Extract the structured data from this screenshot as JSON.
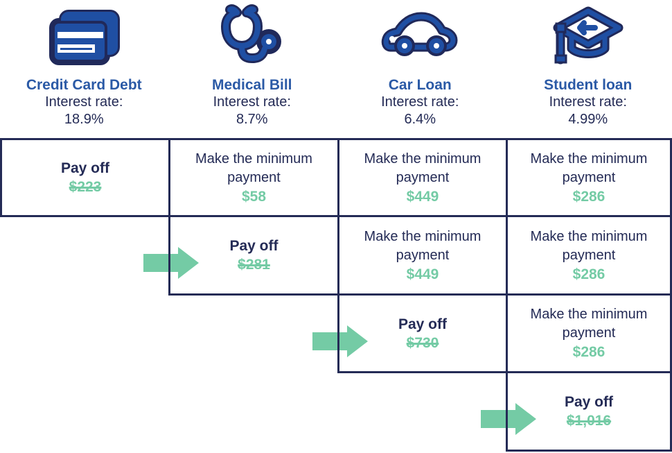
{
  "header": {
    "columns": [
      {
        "icon": "credit-card-icon",
        "title": "Credit Card Debt",
        "interest_label": "Interest rate:",
        "rate": "18.9%"
      },
      {
        "icon": "stethoscope-icon",
        "title": "Medical Bill",
        "interest_label": "Interest rate:",
        "rate": "8.7%"
      },
      {
        "icon": "car-icon",
        "title": "Car Loan",
        "interest_label": "Interest rate:",
        "rate": "6.4%"
      },
      {
        "icon": "graduation-cap-icon",
        "title": "Student loan",
        "interest_label": "Interest rate:",
        "rate": "4.99%"
      }
    ]
  },
  "grid": {
    "cells": {
      "r0c0": {
        "action": "Pay off",
        "amount": "$223",
        "strike": true
      },
      "r0c1": {
        "action": "Make the minimum payment",
        "amount": "$58",
        "strike": false
      },
      "r0c2": {
        "action": "Make the minimum payment",
        "amount": "$449",
        "strike": false
      },
      "r0c3": {
        "action": "Make the minimum payment",
        "amount": "$286",
        "strike": false
      },
      "r1c1": {
        "action": "Pay off",
        "amount": "$281",
        "strike": true
      },
      "r1c2": {
        "action": "Make the minimum payment",
        "amount": "$449",
        "strike": false
      },
      "r1c3": {
        "action": "Make the minimum payment",
        "amount": "$286",
        "strike": false
      },
      "r2c2": {
        "action": "Pay off",
        "amount": "$730",
        "strike": true
      },
      "r2c3": {
        "action": "Make the minimum payment",
        "amount": "$286",
        "strike": false
      },
      "r3c3": {
        "action": "Pay off",
        "amount": "$1,016",
        "strike": true
      }
    }
  },
  "colors": {
    "navy": "#242B56",
    "title_blue": "#2B5AA6",
    "icon_blue": "#1F4FA3",
    "green": "#74CBA5"
  }
}
